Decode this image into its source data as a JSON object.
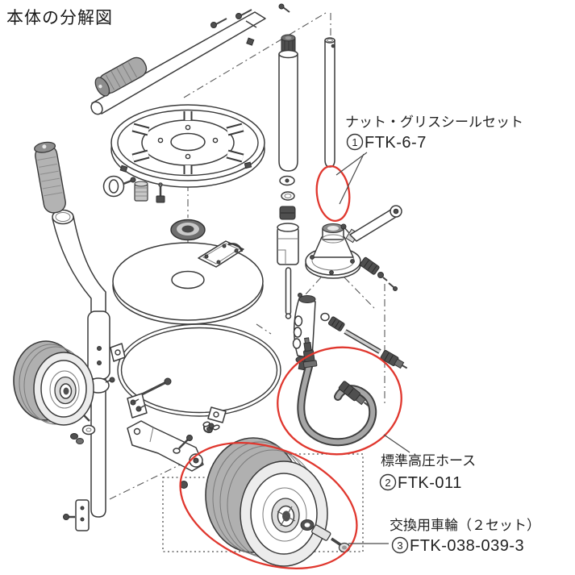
{
  "title": "本体の分解図",
  "colors": {
    "highlight": "#e0372e",
    "ink": "#3a3a3a"
  },
  "callouts": [
    {
      "number": "1",
      "name": "ナット・グリスシールセット",
      "code": "FTK-6-7"
    },
    {
      "number": "2",
      "name": "標準高圧ホース",
      "code": "FTK-011"
    },
    {
      "number": "3",
      "name": "交換用車輪（２セット）",
      "code": "FTK-038-039-3"
    }
  ]
}
